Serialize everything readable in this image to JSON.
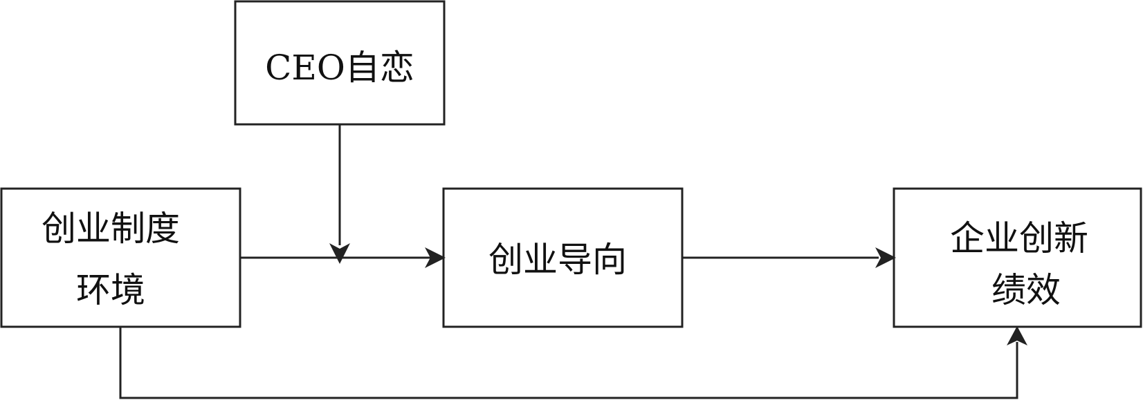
{
  "diagram": {
    "nodes": {
      "ceo": {
        "lines": [
          "CEO自恋"
        ]
      },
      "env": {
        "lines": [
          "创业制度",
          "环境"
        ]
      },
      "eo": {
        "lines": [
          "创业导向"
        ]
      },
      "perf": {
        "lines": [
          "企业创新",
          "绩效"
        ]
      }
    },
    "edges": [
      {
        "from": "env",
        "to": "eo"
      },
      {
        "from": "ceo",
        "to": "env-eo-link"
      },
      {
        "from": "eo",
        "to": "perf"
      },
      {
        "from": "env",
        "to": "perf"
      }
    ]
  }
}
